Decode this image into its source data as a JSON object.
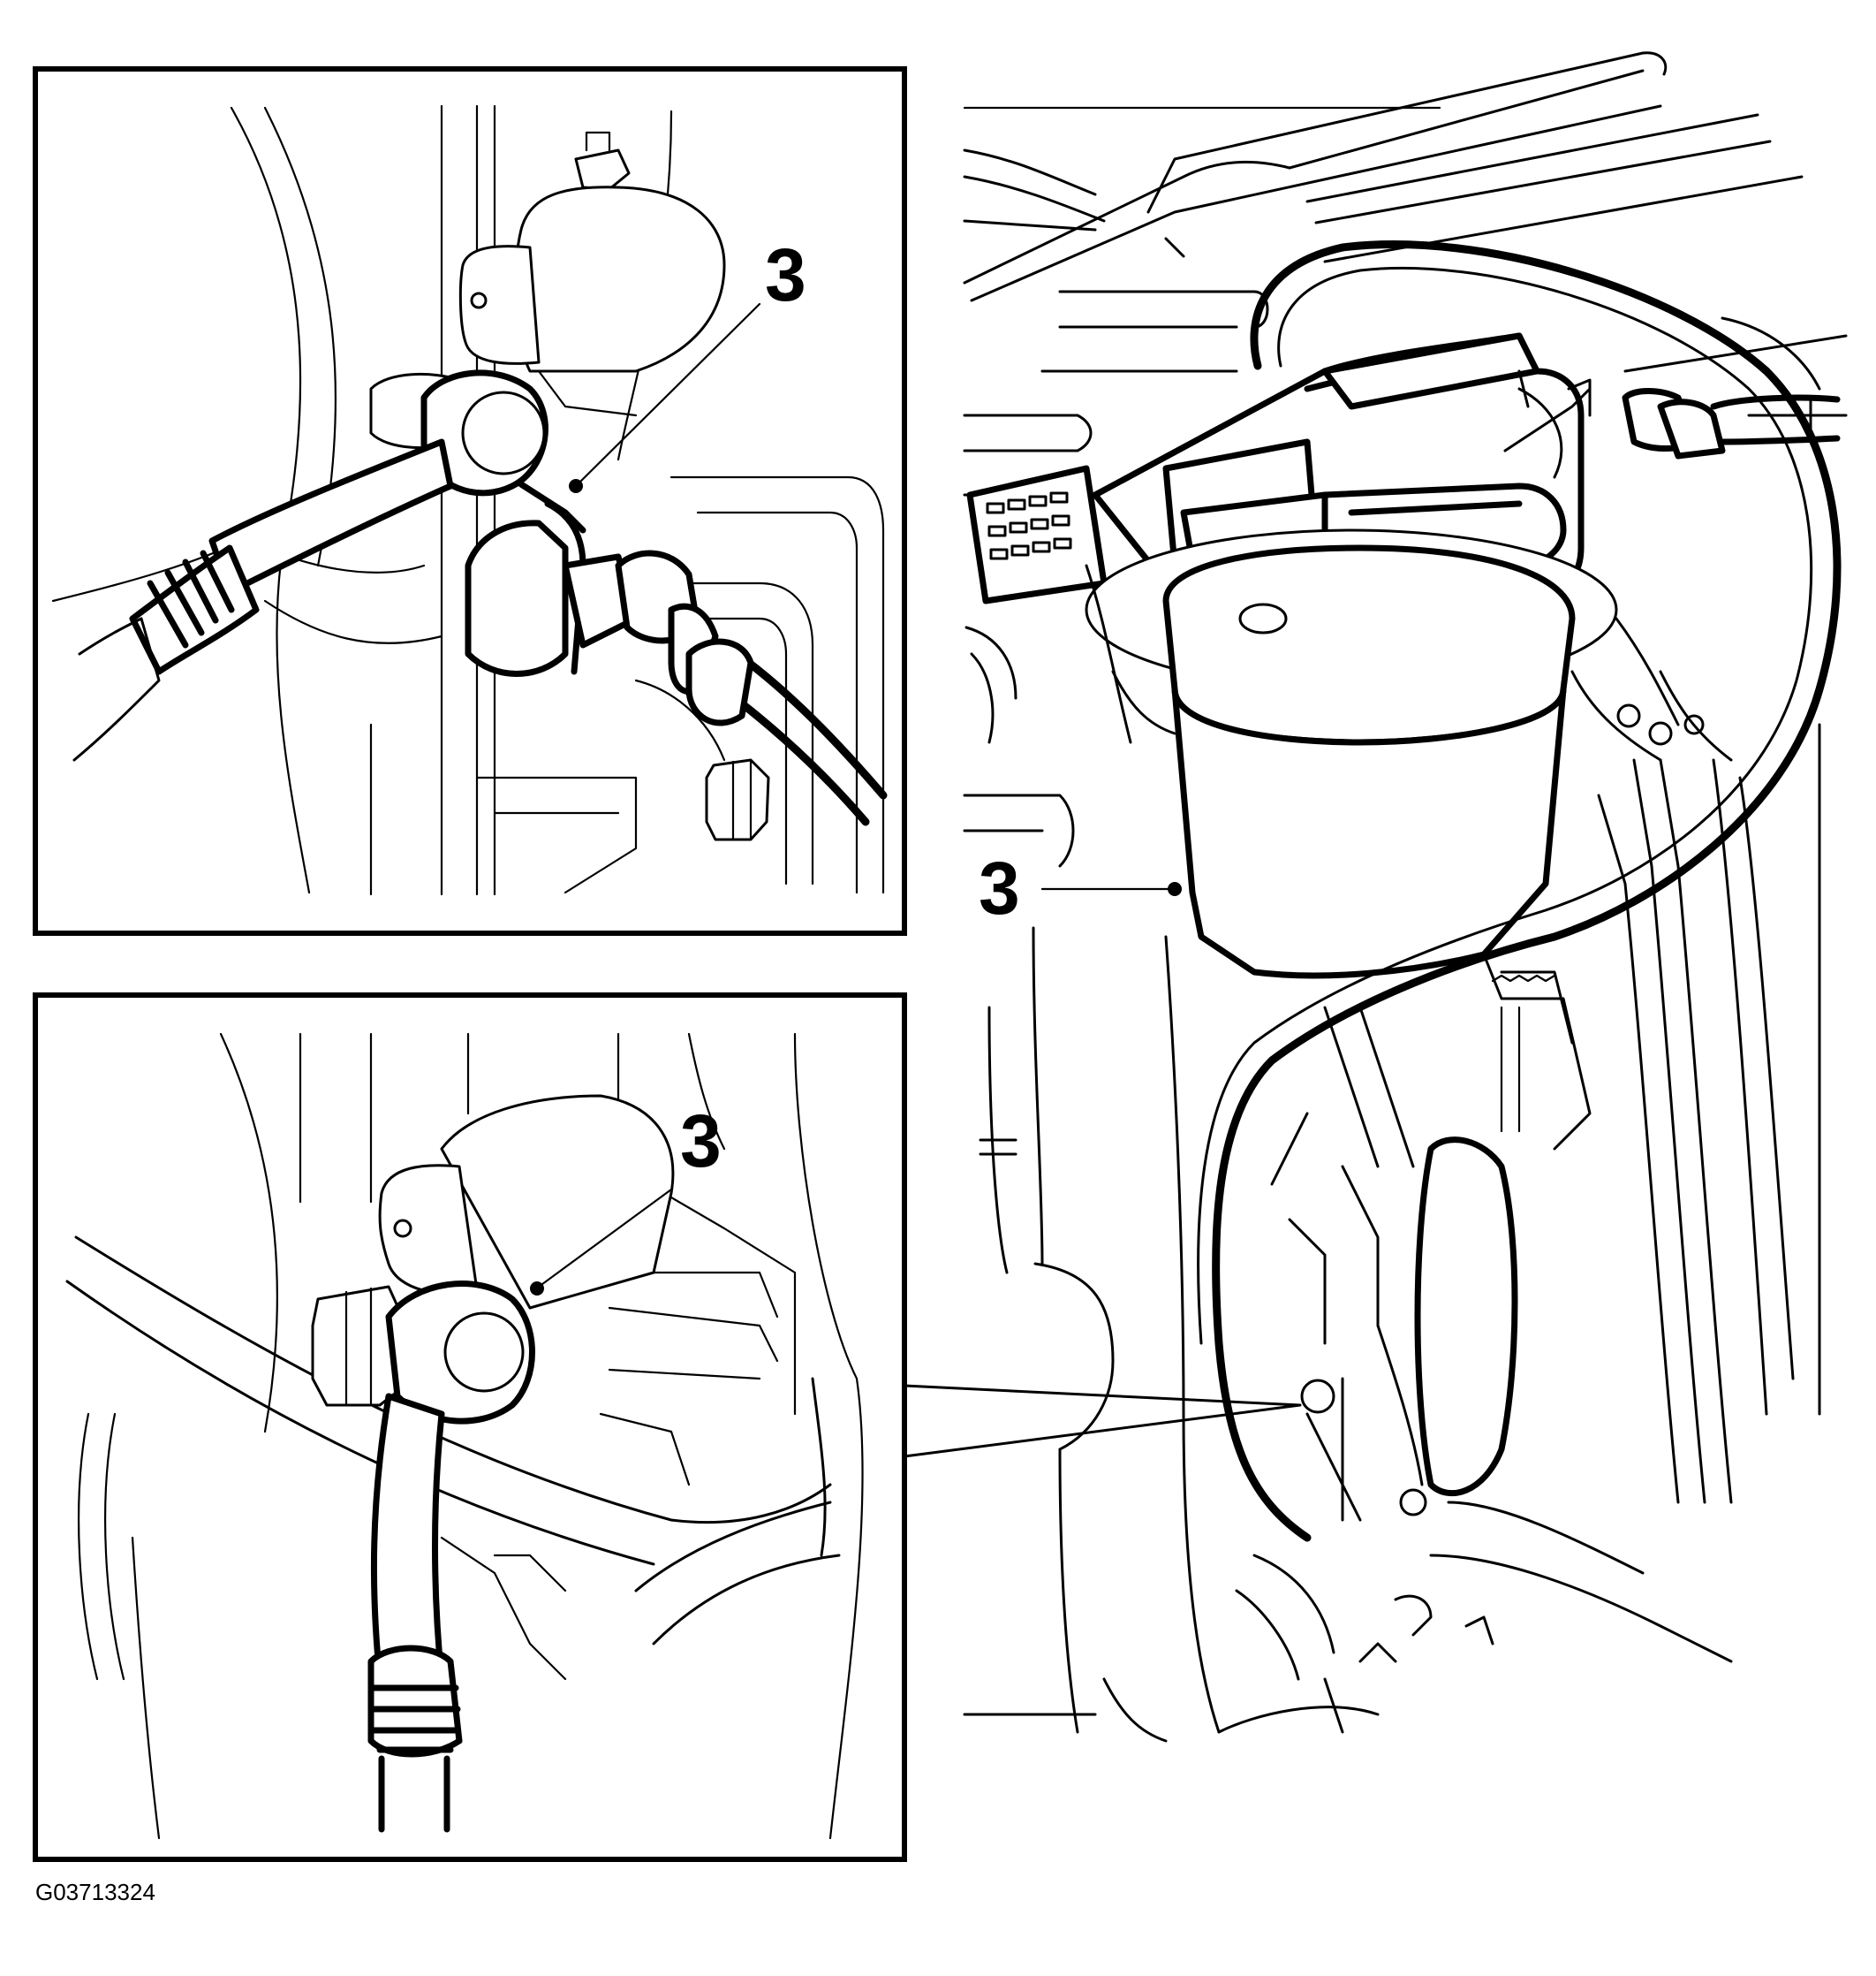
{
  "callouts": {
    "top_left": "3",
    "bottom_left": "3",
    "main": "3"
  },
  "figure_id": "G03713324",
  "colors": {
    "line": "#000000",
    "background": "#ffffff"
  }
}
